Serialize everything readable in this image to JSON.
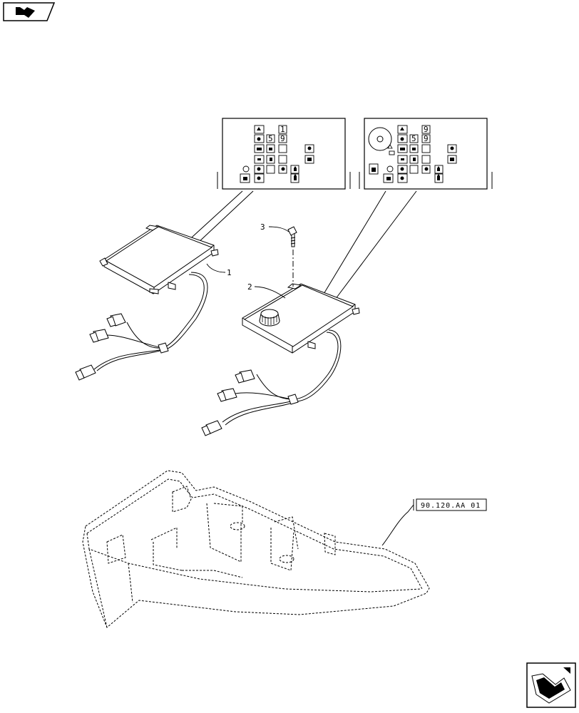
{
  "callouts": [
    {
      "number": "1"
    },
    {
      "number": "2"
    },
    {
      "number": "3"
    }
  ],
  "reference": "90.120.AA 01",
  "icons": {
    "top_left": "previous-page-arrow-icon",
    "bottom_right": "next-page-arrow-icon"
  },
  "panel_symbols": {
    "left_panel": [
      "1",
      "5",
      "9"
    ],
    "right_panel": [
      "9",
      "5",
      "9"
    ]
  }
}
